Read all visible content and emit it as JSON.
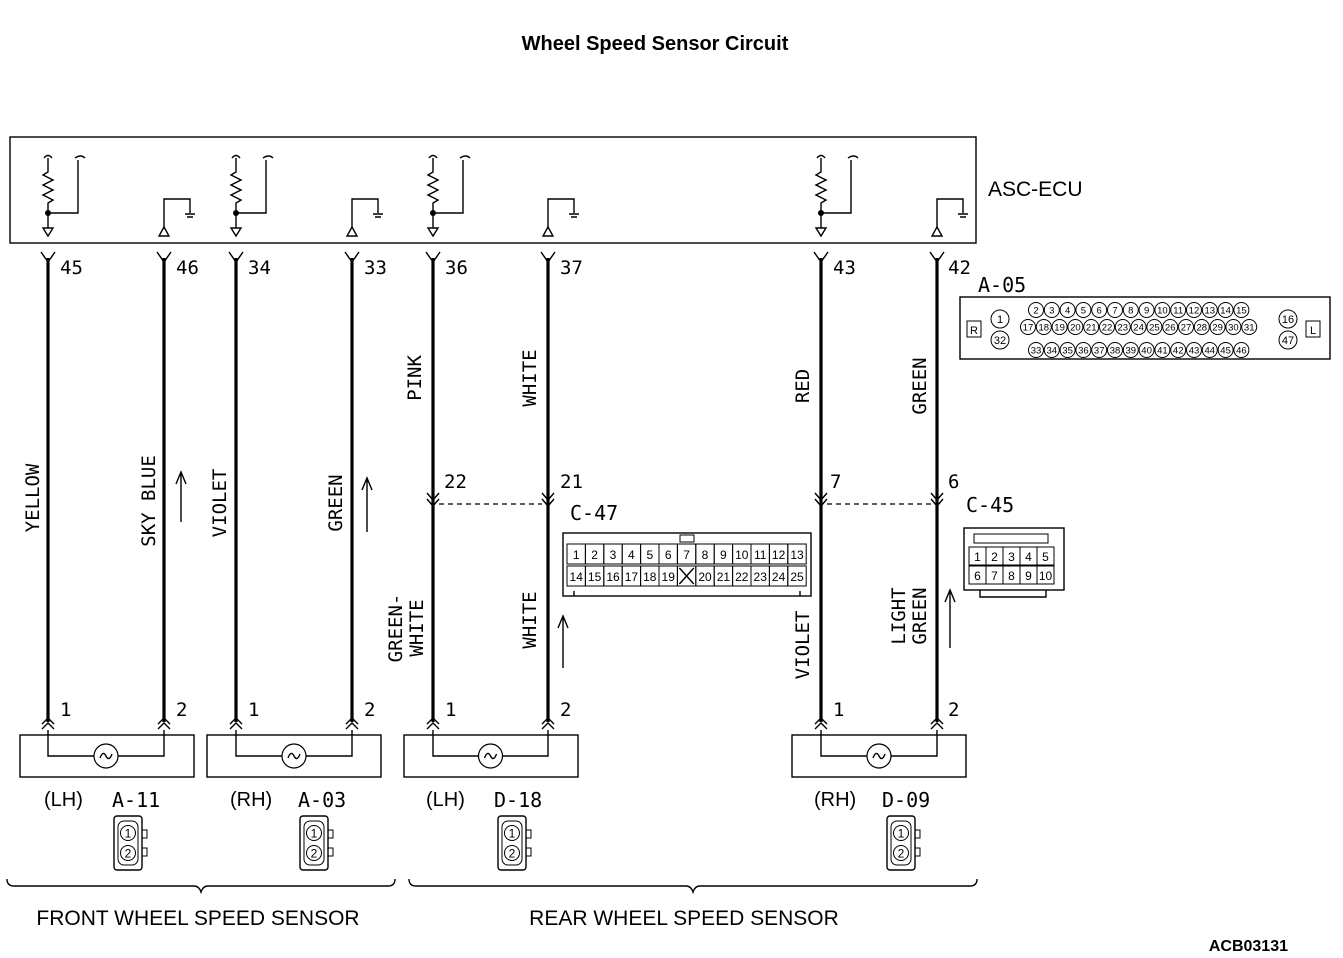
{
  "title": "Wheel Speed Sensor Circuit",
  "ecu": {
    "name": "ASC-ECU",
    "connector": "A-05"
  },
  "ecu_terminals": [
    "45",
    "46",
    "34",
    "33",
    "36",
    "37",
    "43",
    "42"
  ],
  "wire_colors_upper": [
    "YELLOW",
    "SKY BLUE",
    "VIOLET",
    "GREEN",
    "PINK",
    "WHITE",
    "RED",
    "GREEN"
  ],
  "wire_colors_lower": [
    "GREEN-",
    "WHITE",
    "WHITE",
    "VIOLET",
    "LIGHT",
    "GREEN"
  ],
  "intermediate": {
    "c47": {
      "name": "C-47",
      "pins": [
        "22",
        "21"
      ]
    },
    "c45": {
      "name": "C-45",
      "pins": [
        "7",
        "6"
      ]
    }
  },
  "sensor_pins": [
    "1",
    "2"
  ],
  "sensors": [
    {
      "side": "(LH)",
      "connector": "A-11"
    },
    {
      "side": "(RH)",
      "connector": "A-03"
    },
    {
      "side": "(LH)",
      "connector": "D-18"
    },
    {
      "side": "(RH)",
      "connector": "D-09"
    }
  ],
  "groups": {
    "front": "FRONT WHEEL SPEED SENSOR",
    "rear": "REAR WHEEL SPEED SENSOR"
  },
  "a05_pins": {
    "r": "R",
    "l": "L",
    "left_col": [
      "1",
      "32"
    ],
    "row1": [
      "2",
      "3",
      "4",
      "5",
      "6",
      "7",
      "8",
      "9",
      "10",
      "11",
      "12",
      "13",
      "14",
      "15"
    ],
    "row2": [
      "17",
      "18",
      "19",
      "20",
      "21",
      "22",
      "23",
      "24",
      "25",
      "26",
      "27",
      "28",
      "29",
      "30",
      "31"
    ],
    "row3": [
      "33",
      "34",
      "35",
      "36",
      "37",
      "38",
      "39",
      "40",
      "41",
      "42",
      "43",
      "44",
      "45",
      "46"
    ],
    "right_col": [
      "16",
      "47"
    ]
  },
  "c47_pins": {
    "row1": [
      "1",
      "2",
      "3",
      "4",
      "5",
      "6",
      "7",
      "8",
      "9",
      "10",
      "11",
      "12",
      "13"
    ],
    "row2": [
      "14",
      "15",
      "16",
      "17",
      "18",
      "19",
      "20",
      "21",
      "22",
      "23",
      "24",
      "25"
    ]
  },
  "c45_pins": {
    "row1": [
      "1",
      "2",
      "3",
      "4",
      "5"
    ],
    "row2": [
      "6",
      "7",
      "8",
      "9",
      "10"
    ]
  },
  "sensor_connector_pins": [
    "1",
    "2"
  ],
  "figure_id": "ACB03131"
}
